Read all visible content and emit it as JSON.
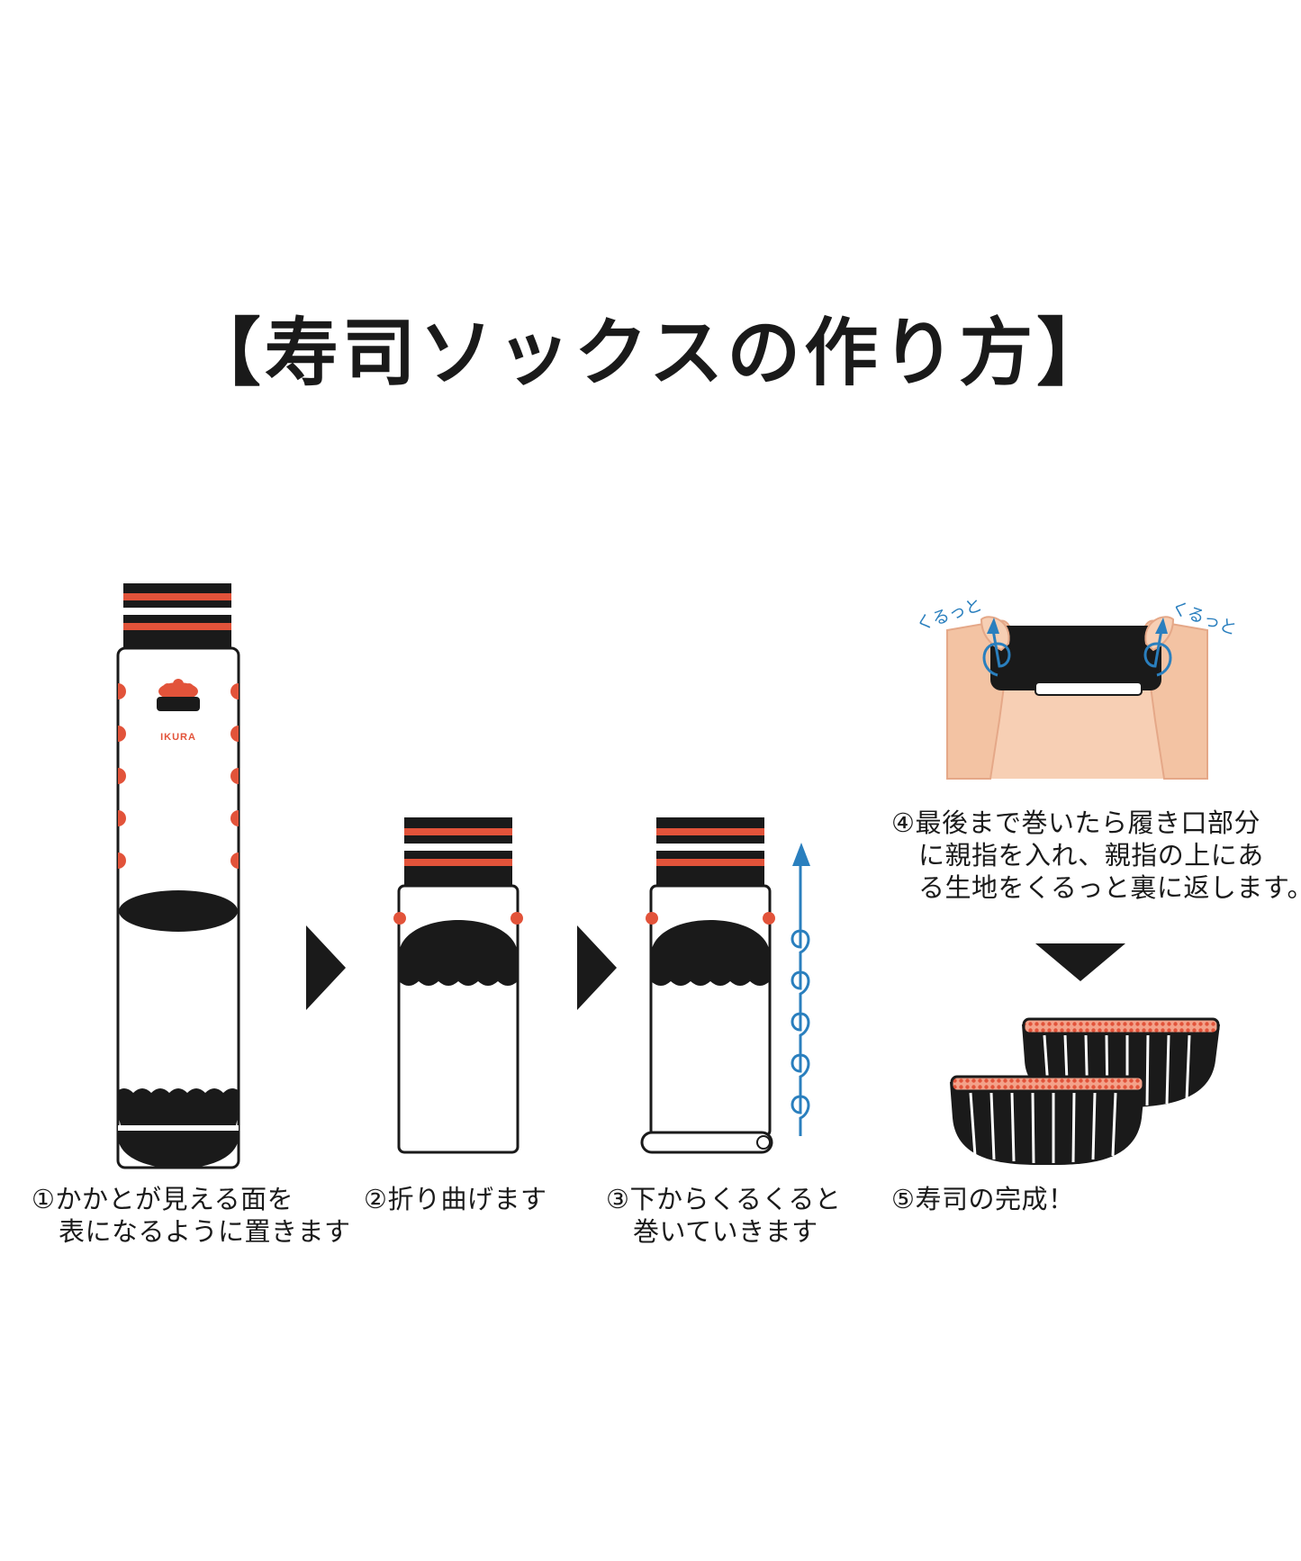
{
  "title": "【寿司ソックスの作り方】",
  "colors": {
    "black": "#1a1a1a",
    "salmon_red": "#e2533a",
    "skin": "#f7cfb4",
    "arrow_blue": "#2a7fbe",
    "roe_pink": "#f08a6e"
  },
  "sock_label": "IKURA",
  "hand_note": "くるっと",
  "steps": [
    {
      "lines": [
        "①かかとが見える面を",
        "表になるように置きます"
      ]
    },
    {
      "lines": [
        "②折り曲げます"
      ]
    },
    {
      "lines": [
        "③下からくるくると",
        "巻いていきます"
      ]
    },
    {
      "lines": [
        "④最後まで巻いたら履き口部分",
        "に親指を入れ、親指の上にあ",
        "る生地をくるっと裏に返します。"
      ]
    },
    {
      "lines": [
        "⑤寿司の完成！"
      ]
    }
  ]
}
